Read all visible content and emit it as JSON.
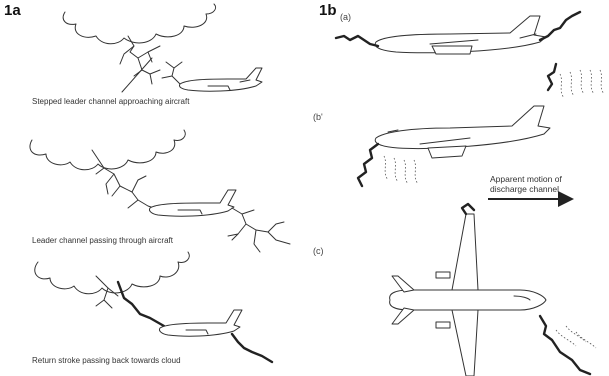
{
  "figure_1a": {
    "label": "1a",
    "captions": [
      "Stepped leader channel approaching aircraft",
      "Leader channel passing through aircraft",
      "Return stroke passing back towards cloud"
    ]
  },
  "figure_1b": {
    "label": "1b",
    "panels": [
      "(a)",
      "(b'",
      "(c)"
    ],
    "motion_label_line1": "Apparent motion of",
    "motion_label_line2": "discharge channel"
  }
}
